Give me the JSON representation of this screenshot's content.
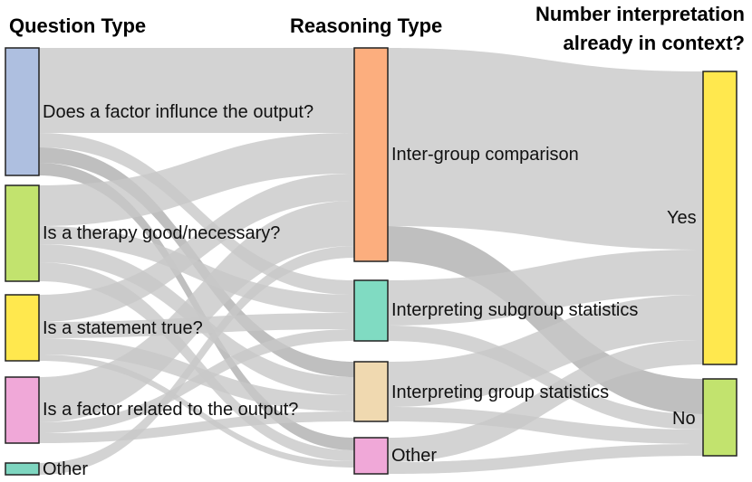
{
  "columns": {
    "question": "Question Type",
    "reasoning": "Reasoning Type",
    "context_line1": "Number interpretation",
    "context_line2": "already in context?"
  },
  "nodes": {
    "q1": {
      "label": "Does a factor influnce the output?",
      "color": "#aebfe0"
    },
    "q2": {
      "label": "Is a therapy good/necessary?",
      "color": "#c2e36e"
    },
    "q3": {
      "label": "Is a statement true?",
      "color": "#ffe84e"
    },
    "q4": {
      "label": "Is a factor related to the output?",
      "color": "#f0a8d8"
    },
    "q5": {
      "label": "Other",
      "color": "#7ed6c0"
    },
    "r1": {
      "label": "Inter-group comparison",
      "color": "#fcae7e"
    },
    "r2": {
      "label": "Interpreting subgroup statistics",
      "color": "#80dbc2"
    },
    "r3": {
      "label": "Interpreting group statistics",
      "color": "#f0d9b0"
    },
    "r4": {
      "label": "Other",
      "color": "#f0a8d8"
    },
    "c1": {
      "label": "Yes",
      "color": "#ffe84e"
    },
    "c2": {
      "label": "No",
      "color": "#c2e36e"
    }
  },
  "colors": {
    "link": "#c8c8c8",
    "link_highlight": "#a9a9a9",
    "node_border": "#222222"
  }
}
